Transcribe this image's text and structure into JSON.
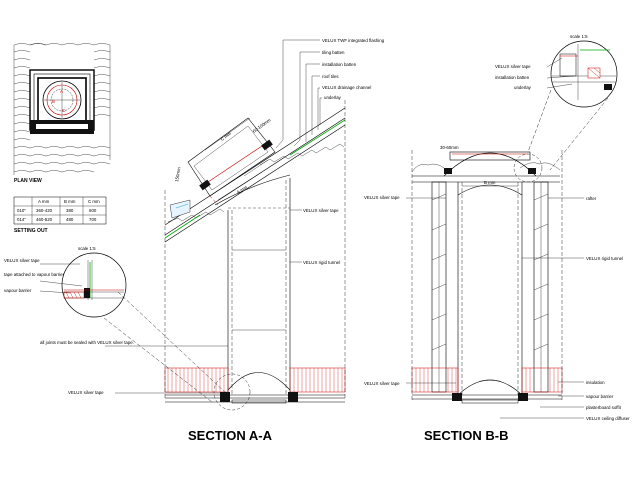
{
  "plan": {
    "title": "PLAN VIEW",
    "letters": [
      "A",
      "B",
      "C"
    ]
  },
  "setting_out": {
    "title": "SETTING OUT",
    "headers": [
      "",
      "A mm",
      "B mm",
      "C mm"
    ],
    "rows": [
      [
        "010\"",
        "360-420",
        "380",
        "600"
      ],
      [
        "014\"",
        "460-520",
        "480",
        "700"
      ]
    ]
  },
  "detail_left": {
    "scale": "scale 1:5",
    "labels": [
      "VELUX silver tape",
      "tape attached to vapour barrier",
      "vapour barrier"
    ]
  },
  "detail_right": {
    "scale": "scale 1:5",
    "labels": [
      "VELUX silver tape",
      "installation batten",
      "underlay"
    ]
  },
  "section_aa": {
    "title": "SECTION A-A",
    "top_labels": [
      "VELUX TWF integrated flashing",
      "tiling batten",
      "installation batten",
      "roof tiles",
      "VELUX drainage channel",
      "underlay"
    ],
    "dims": [
      "C mm",
      "A mm",
      "150mm",
      "60-100mm"
    ],
    "labels": {
      "silver_tape": "VELUX silver tape",
      "rigid_tunnel": "VELUX rigid tunnel",
      "joints": "all joints must be sealed with VELUX silver tape.",
      "silver_tape_bottom": "VELUX silver tape"
    }
  },
  "section_bb": {
    "title": "SECTION B-B",
    "dims": [
      "30-60mm",
      "B mm"
    ],
    "left_labels": [
      "VELUX silver tape",
      "VELUX silver tape"
    ],
    "right_labels": [
      "rafter",
      "VELUX rigid tunnel",
      "insulation",
      "vapour barrier",
      "plasterboard soffit",
      "VELUX ceiling diffuser"
    ]
  }
}
